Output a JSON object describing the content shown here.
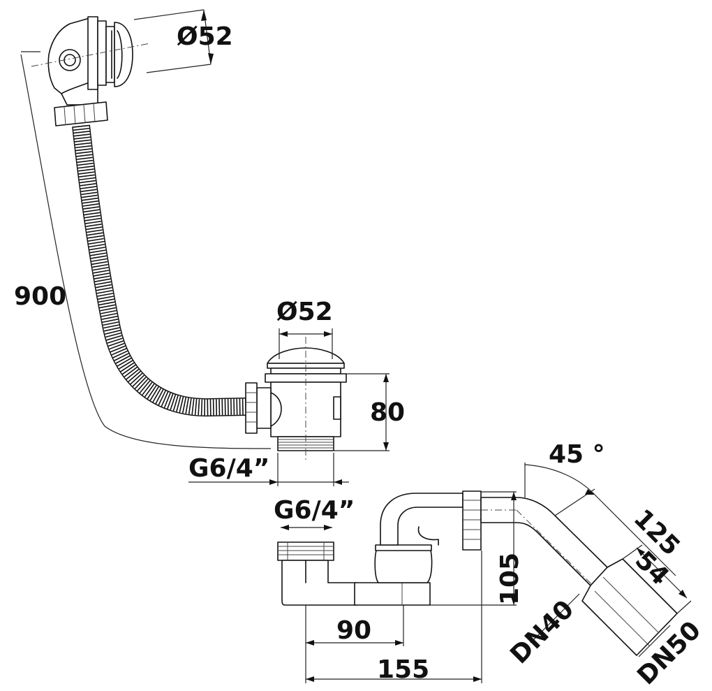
{
  "dimensions": {
    "overflow_diameter": "Ø52",
    "overflow_hose_length": "900",
    "waste_diameter": "Ø52",
    "waste_height": "80",
    "waste_thread": "G6/4”",
    "trap_inlet_thread": "G6/4”",
    "trap_outlet_angle": "45 °",
    "trap_outlet_length": "125",
    "trap_adapter_length": "54",
    "trap_height": "105",
    "trap_offset": "90",
    "trap_total_length": "155",
    "outlet_inner": "DN40",
    "outlet_outer": "DN50"
  }
}
